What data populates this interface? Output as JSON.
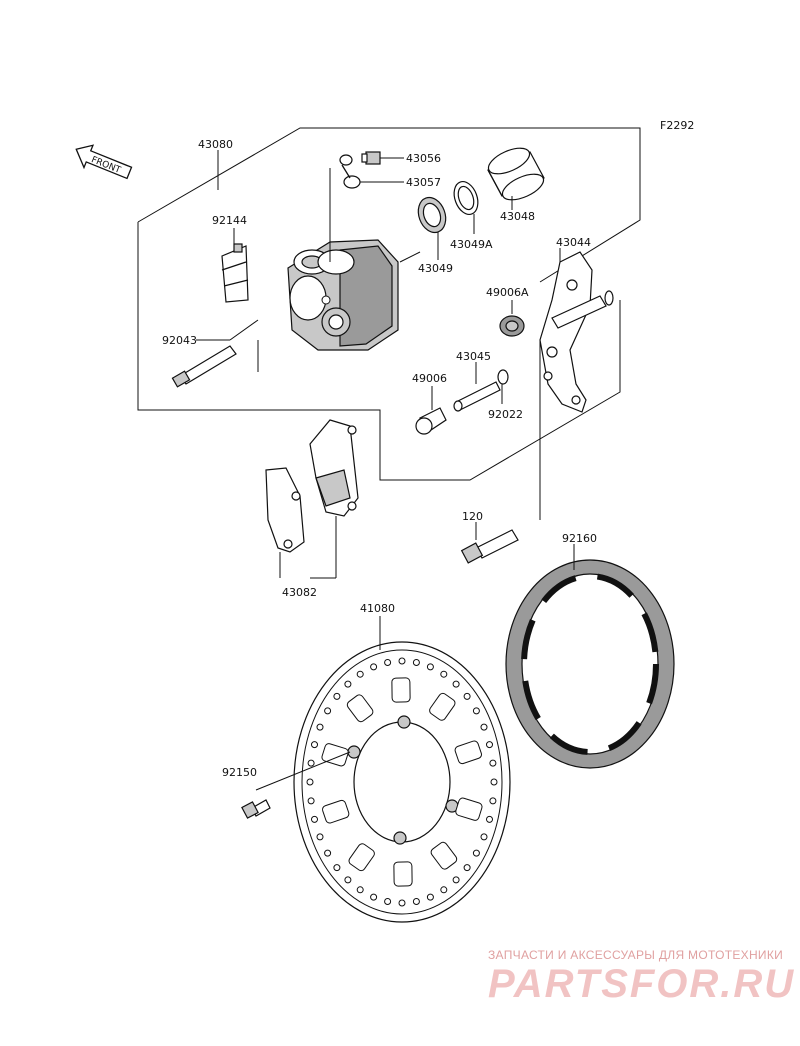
{
  "figure_code": "F2292",
  "front_label": "FRONT",
  "watermark": {
    "caption": "ЗАПЧАСТИ И АКСЕССУАРЫ ДЛЯ МОТОТЕХНИКИ",
    "logo": "PARTSFOR.RU"
  },
  "callouts": {
    "p43080": "43080",
    "p43056": "43056",
    "p43057": "43057",
    "p43048": "43048",
    "p43049A": "43049A",
    "p43049": "43049",
    "p92144": "92144",
    "p43044": "43044",
    "p49006A": "49006A",
    "p92043": "92043",
    "p43045": "43045",
    "p49006": "49006",
    "p92022": "92022",
    "p120": "120",
    "p92160": "92160",
    "p43082": "43082",
    "p41080": "41080",
    "p92150": "92150"
  }
}
